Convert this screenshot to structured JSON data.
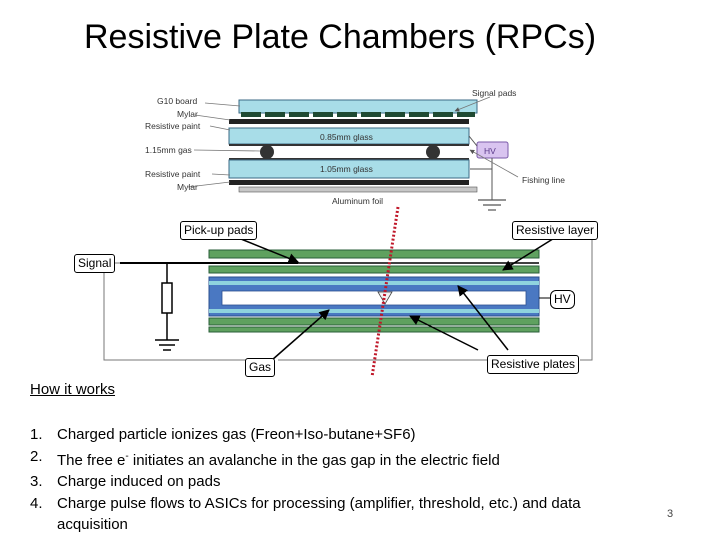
{
  "title": "Resistive Plate Chambers (RPCs)",
  "top_diagram": {
    "labels": {
      "g10": "G10 board",
      "mylar_top": "Mylar",
      "paint_top": "Resistive paint",
      "gas": "1.15mm gas",
      "paint_bottom": "Resistive paint",
      "mylar_bottom": "Mylar",
      "glass_top": "0.85mm glass",
      "glass_bottom": "1.05mm glass",
      "foil": "Aluminum foil",
      "signal_pads": "Signal pads",
      "hv": "HV",
      "fishing_line": "Fishing line"
    }
  },
  "schematic": {
    "pickup_pads": "Pick-up pads",
    "resistive_layer": "Resistive layer",
    "signal": "Signal",
    "hv": "HV",
    "gas": "Gas",
    "resistive_plates": "Resistive plates"
  },
  "how_it_works": {
    "heading": "How it works",
    "steps": [
      {
        "num": "1.",
        "text": "Charged particle ionizes gas (Freon+Iso-butane+SF6)"
      },
      {
        "num": "2.",
        "pre": "The free e",
        "sup": "-",
        "post": " initiates an avalanche in the gas gap in the electric field"
      },
      {
        "num": "3.",
        "text": "Charge induced on pads"
      },
      {
        "num": "4.",
        "text": "Charge pulse flows to ASICs for processing (amplifier, threshold, etc.) and data acquisition"
      }
    ]
  },
  "page_number": "3",
  "colors": {
    "pad_green": "#5fa15f",
    "plate_blue": "#4a78c2",
    "glass_cyan": "#8fd3de",
    "top_glass": "#a8dde8",
    "pad_dark": "#2a5e3a",
    "particle_track": "#c0182a",
    "hv_box": "#d9c4f0"
  }
}
